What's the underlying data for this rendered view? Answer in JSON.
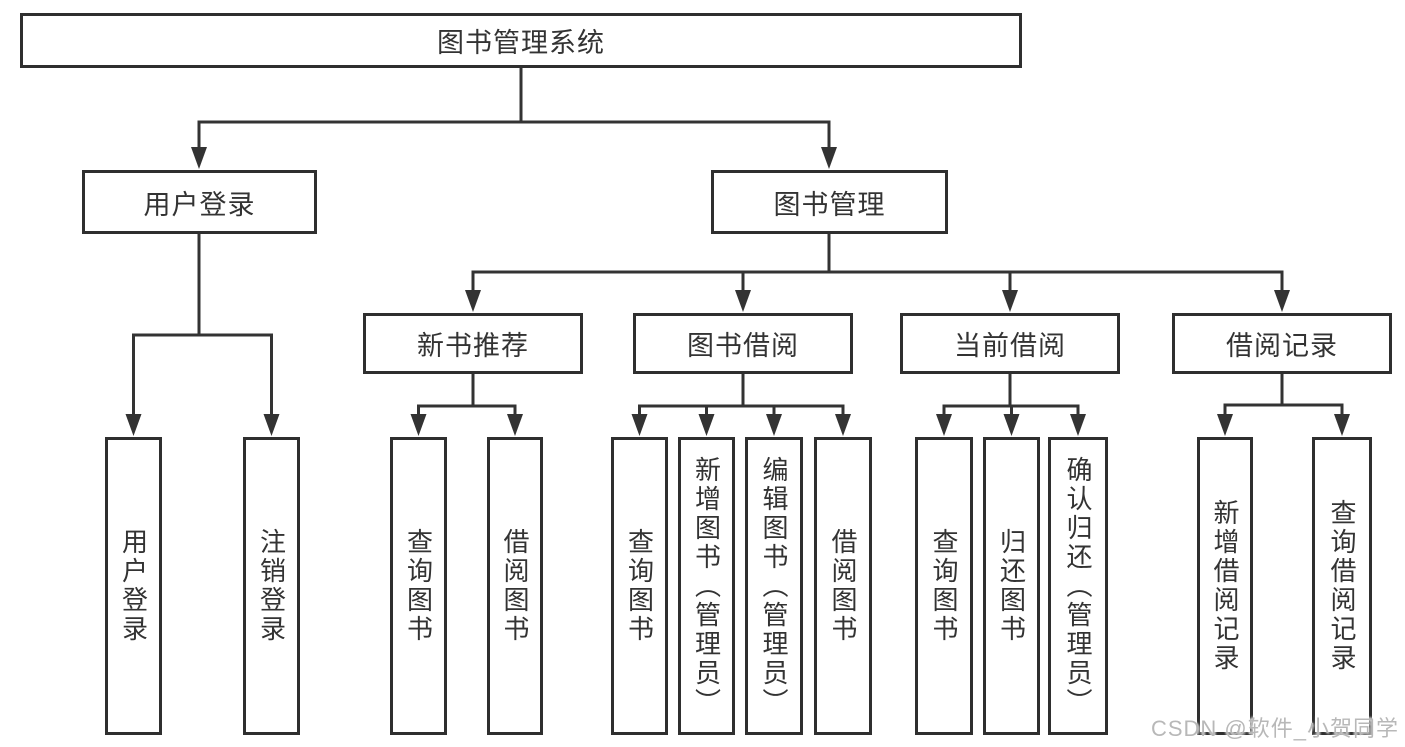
{
  "diagram": {
    "colors": {
      "line": "#333333",
      "box_border": "#2f2f2f",
      "box_bg": "#ffffff",
      "text": "#333333",
      "watermark": "#b8b8b8"
    },
    "root": {
      "label": "图书管理系统"
    },
    "level2": [
      {
        "id": "user-login",
        "label": "用户登录"
      },
      {
        "id": "book-management",
        "label": "图书管理"
      }
    ],
    "level3": [
      {
        "id": "new-book-recommendation",
        "label": "新书推荐"
      },
      {
        "id": "book-borrowing",
        "label": "图书借阅"
      },
      {
        "id": "current-borrowing",
        "label": "当前借阅"
      },
      {
        "id": "borrowing-records",
        "label": "借阅记录"
      }
    ],
    "leaves": [
      {
        "id": "user-login",
        "label": "用户登录"
      },
      {
        "id": "logout",
        "label": "注销登录"
      },
      {
        "id": "recommend-query-book",
        "label": "查询图书"
      },
      {
        "id": "recommend-borrow-book",
        "label": "借阅图书"
      },
      {
        "id": "borrow-query-book",
        "label": "查询图书"
      },
      {
        "id": "add-book-admin",
        "label": "新增图书（管理员）"
      },
      {
        "id": "edit-book-admin",
        "label": "编辑图书（管理员）"
      },
      {
        "id": "borrow-book",
        "label": "借阅图书"
      },
      {
        "id": "current-query-book",
        "label": "查询图书"
      },
      {
        "id": "return-book",
        "label": "归还图书"
      },
      {
        "id": "confirm-return-admin",
        "label": "确认归还（管理员）"
      },
      {
        "id": "add-borrow-record",
        "label": "新增借阅记录"
      },
      {
        "id": "query-borrow-record",
        "label": "查询借阅记录"
      }
    ]
  },
  "watermark": {
    "text": "CSDN @软件_小贺同学"
  }
}
